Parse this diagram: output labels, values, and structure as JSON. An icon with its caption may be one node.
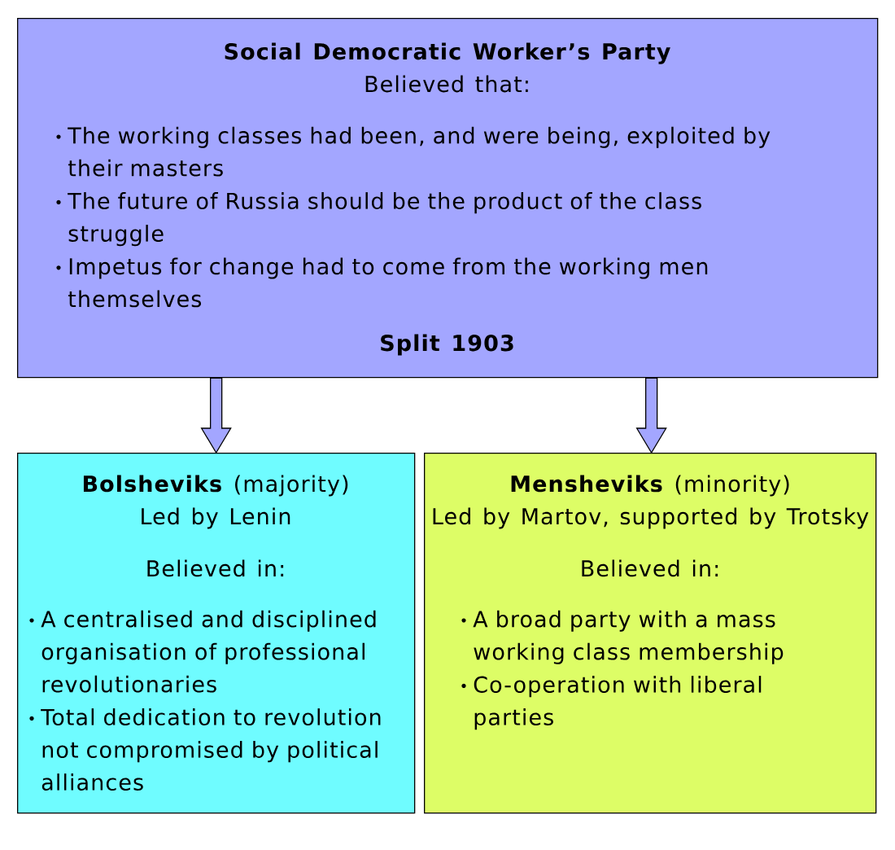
{
  "diagram": {
    "nodes": [
      {
        "text": [
          "Social Democratic Worker’s Party",
          "Believed that:",
          "The working classes had been, and were being, exploited by their masters",
          "The future of Russia should be the product of the class struggle",
          "Impetus for change had to come from the working men themselves",
          "Split 1903"
        ]
      },
      {
        "text": [
          "**Bolsheviks** (majority)",
          "Led by Lenin",
          "Believed in:",
          "A centralised and disciplined organisation of professional revolutionaries",
          "Total dedication to revolution not compromised by political alliances"
        ]
      },
      {
        "text": [
          "**Mensheviks** (minority)",
          "Led by Martov, supported by Trotsky",
          "Believed in:",
          "A broad party with a mass working class membership",
          "Co-operation with liberal parties"
        ]
      }
    ],
    "edges": [
      {
        "from": 0,
        "to": 1,
        "arrow": "to"
      },
      {
        "from": 0,
        "to": 2,
        "arrow": "to"
      }
    ]
  }
}
